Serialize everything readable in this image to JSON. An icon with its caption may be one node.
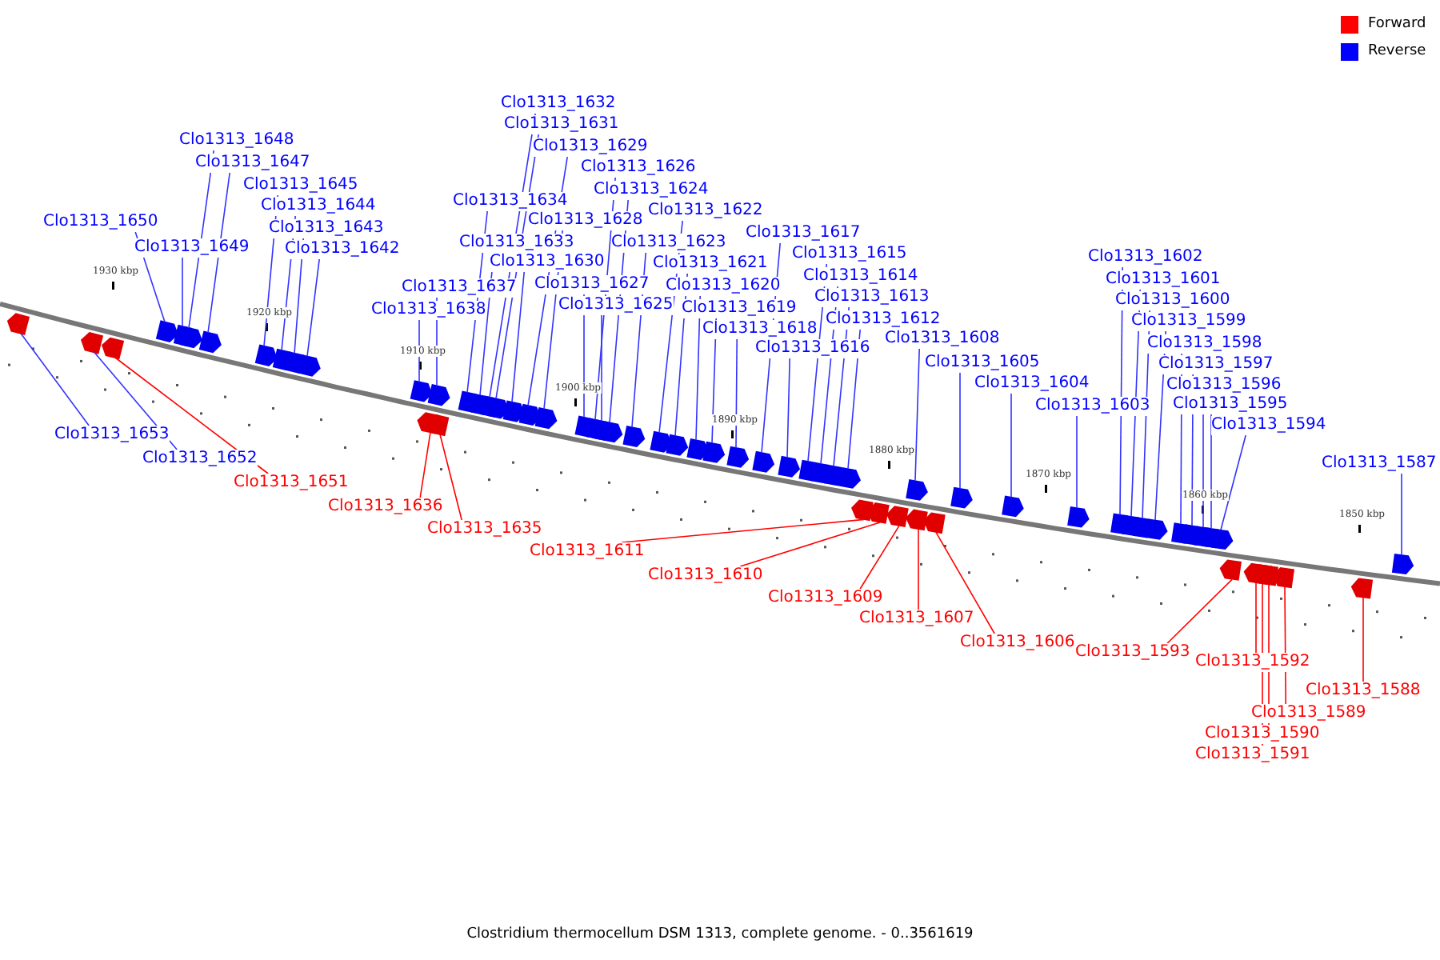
{
  "diagram": {
    "caption": "Clostridium thermocellum DSM 1313, complete genome. - 0..3561619",
    "nodes": [
      {
        "text": [
          "Clo1313_1650"
        ]
      },
      {
        "text": [
          "Clo1313_1649"
        ]
      },
      {
        "text": [
          "Clo1313_1648"
        ]
      },
      {
        "text": [
          "Clo1313_1647"
        ]
      },
      {
        "text": [
          "Clo1313_1645"
        ]
      },
      {
        "text": [
          "Clo1313_1644"
        ]
      },
      {
        "text": [
          "Clo1313_1643"
        ]
      },
      {
        "text": [
          "Clo1313_1642"
        ]
      },
      {
        "text": [
          "Clo1313_1638"
        ]
      },
      {
        "text": [
          "Clo1313_1637"
        ]
      },
      {
        "text": [
          "Clo1313_1634"
        ]
      },
      {
        "text": [
          "Clo1313_1633"
        ]
      },
      {
        "text": [
          "Clo1313_1632"
        ]
      },
      {
        "text": [
          "Clo1313_1631"
        ]
      },
      {
        "text": [
          "Clo1313_1630"
        ]
      },
      {
        "text": [
          "Clo1313_1629"
        ]
      },
      {
        "text": [
          "Clo1313_1628"
        ]
      },
      {
        "text": [
          "Clo1313_1627"
        ]
      },
      {
        "text": [
          "Clo1313_1626"
        ]
      },
      {
        "text": [
          "Clo1313_1625"
        ]
      },
      {
        "text": [
          "Clo1313_1624"
        ]
      },
      {
        "text": [
          "Clo1313_1623"
        ]
      },
      {
        "text": [
          "Clo1313_1622"
        ]
      },
      {
        "text": [
          "Clo1313_1621"
        ]
      },
      {
        "text": [
          "Clo1313_1620"
        ]
      },
      {
        "text": [
          "Clo1313_1619"
        ]
      },
      {
        "text": [
          "Clo1313_1618"
        ]
      },
      {
        "text": [
          "Clo1313_1617"
        ]
      },
      {
        "text": [
          "Clo1313_1616"
        ]
      },
      {
        "text": [
          "Clo1313_1615"
        ]
      },
      {
        "text": [
          "Clo1313_1614"
        ]
      },
      {
        "text": [
          "Clo1313_1613"
        ]
      },
      {
        "text": [
          "Clo1313_1612"
        ]
      },
      {
        "text": [
          "Clo1313_1608"
        ]
      },
      {
        "text": [
          "Clo1313_1605"
        ]
      },
      {
        "text": [
          "Clo1313_1604"
        ]
      },
      {
        "text": [
          "Clo1313_1603"
        ]
      },
      {
        "text": [
          "Clo1313_1602"
        ]
      },
      {
        "text": [
          "Clo1313_1601"
        ]
      },
      {
        "text": [
          "Clo1313_1600"
        ]
      },
      {
        "text": [
          "Clo1313_1599"
        ]
      },
      {
        "text": [
          "Clo1313_1598"
        ]
      },
      {
        "text": [
          "Clo1313_1597"
        ]
      },
      {
        "text": [
          "Clo1313_1596"
        ]
      },
      {
        "text": [
          "Clo1313_1595"
        ]
      },
      {
        "text": [
          "Clo1313_1594"
        ]
      },
      {
        "text": [
          "Clo1313_1587"
        ]
      },
      {
        "text": [
          "Clo1313_1653"
        ]
      },
      {
        "text": [
          "Clo1313_1652"
        ]
      },
      {
        "text": [
          "Clo1313_1651"
        ]
      },
      {
        "text": [
          "Clo1313_1636"
        ]
      },
      {
        "text": [
          "Clo1313_1635"
        ]
      },
      {
        "text": [
          "Clo1313_1611"
        ]
      },
      {
        "text": [
          "Clo1313_1610"
        ]
      },
      {
        "text": [
          "Clo1313_1609"
        ]
      },
      {
        "text": [
          "Clo1313_1607"
        ]
      },
      {
        "text": [
          "Clo1313_1606"
        ]
      },
      {
        "text": [
          "Clo1313_1593"
        ]
      },
      {
        "text": [
          "Clo1313_1592"
        ]
      },
      {
        "text": [
          "Clo1313_1591"
        ]
      },
      {
        "text": [
          "Clo1313_1590"
        ]
      },
      {
        "text": [
          "Clo1313_1589"
        ]
      },
      {
        "text": [
          "Clo1313_1588"
        ]
      },
      {
        "text": [],
        "shape": "arrow"
      },
      {
        "text": [],
        "shape": "arrow"
      },
      {
        "text": [],
        "shape": "arrow"
      },
      {
        "text": [],
        "shape": "arrow"
      },
      {
        "text": [],
        "shape": "arrow"
      },
      {
        "text": [],
        "shape": "arrow"
      },
      {
        "text": [],
        "shape": "arrow"
      },
      {
        "text": [],
        "shape": "arrow"
      },
      {
        "text": [],
        "shape": "arrow"
      },
      {
        "text": [],
        "shape": "arrow"
      },
      {
        "text": [],
        "shape": "arrow"
      },
      {
        "text": [],
        "shape": "arrow"
      },
      {
        "text": [],
        "shape": "arrow"
      },
      {
        "text": [],
        "shape": "arrow"
      },
      {
        "text": [],
        "shape": "arrow"
      },
      {
        "text": [],
        "shape": "arrow"
      },
      {
        "text": [],
        "shape": "arrow"
      },
      {
        "text": [],
        "shape": "arrow"
      },
      {
        "text": [],
        "shape": "arrow"
      },
      {
        "text": [],
        "shape": "arrow"
      },
      {
        "text": [],
        "shape": "arrow"
      },
      {
        "text": [],
        "shape": "arrow"
      },
      {
        "text": [],
        "shape": "arrow"
      },
      {
        "text": [],
        "shape": "arrow"
      },
      {
        "text": [],
        "shape": "arrow"
      },
      {
        "text": [],
        "shape": "arrow"
      },
      {
        "text": [],
        "shape": "arrow"
      },
      {
        "text": [],
        "shape": "arrow"
      },
      {
        "text": [],
        "shape": "arrow"
      },
      {
        "text": [],
        "shape": "arrow"
      },
      {
        "text": [],
        "shape": "arrow"
      },
      {
        "text": [],
        "shape": "arrow"
      },
      {
        "text": [],
        "shape": "arrow"
      },
      {
        "text": [],
        "shape": "arrow"
      },
      {
        "text": [],
        "shape": "arrow"
      },
      {
        "text": [],
        "shape": "arrow"
      },
      {
        "text": [],
        "shape": "arrow"
      },
      {
        "text": [],
        "shape": "arrow"
      },
      {
        "text": [],
        "shape": "arrow"
      },
      {
        "text": [],
        "shape": "arrow"
      },
      {
        "text": [],
        "shape": "arrow"
      },
      {
        "text": [],
        "shape": "arrow"
      },
      {
        "text": [],
        "shape": "arrow"
      },
      {
        "text": [],
        "shape": "arrow"
      },
      {
        "text": [],
        "shape": "arrow"
      },
      {
        "text": [],
        "shape": "arrow"
      },
      {
        "text": [],
        "shape": "arrow"
      },
      {
        "text": [],
        "shape": "arrow"
      },
      {
        "text": [],
        "shape": "arrow"
      },
      {
        "text": [],
        "shape": "arrow"
      },
      {
        "text": [],
        "shape": "arrow"
      },
      {
        "text": [],
        "shape": "arrow"
      },
      {
        "text": [],
        "shape": "arrow"
      },
      {
        "text": [],
        "shape": "arrow"
      },
      {
        "text": [],
        "shape": "arrow"
      },
      {
        "text": [],
        "shape": "arrow"
      },
      {
        "text": [],
        "shape": "arrow"
      },
      {
        "text": [],
        "shape": "arrow"
      },
      {
        "text": [],
        "shape": "arrow"
      },
      {
        "text": [],
        "shape": "arrow"
      },
      {
        "text": [],
        "shape": "arrow"
      },
      {
        "text": [],
        "shape": "arrow"
      },
      {
        "text": [],
        "shape": "arrow"
      }
    ],
    "edges": [
      {
        "from": 0,
        "to": 63,
        "arrow": "none"
      },
      {
        "from": 1,
        "to": 64,
        "arrow": "none"
      },
      {
        "from": 2,
        "to": 65,
        "arrow": "none"
      },
      {
        "from": 3,
        "to": 66,
        "arrow": "none"
      },
      {
        "from": 4,
        "to": 67,
        "arrow": "none"
      },
      {
        "from": 5,
        "to": 68,
        "arrow": "none"
      },
      {
        "from": 6,
        "to": 69,
        "arrow": "none"
      },
      {
        "from": 7,
        "to": 70,
        "arrow": "none"
      },
      {
        "from": 8,
        "to": 71,
        "arrow": "none"
      },
      {
        "from": 9,
        "to": 72,
        "arrow": "none"
      },
      {
        "from": 10,
        "to": 73,
        "arrow": "none"
      },
      {
        "from": 11,
        "to": 74,
        "arrow": "none"
      },
      {
        "from": 12,
        "to": 75,
        "arrow": "none"
      },
      {
        "from": 13,
        "to": 76,
        "arrow": "none"
      },
      {
        "from": 14,
        "to": 77,
        "arrow": "none"
      },
      {
        "from": 15,
        "to": 78,
        "arrow": "none"
      },
      {
        "from": 16,
        "to": 79,
        "arrow": "none"
      },
      {
        "from": 17,
        "to": 80,
        "arrow": "none"
      },
      {
        "from": 18,
        "to": 81,
        "arrow": "none"
      },
      {
        "from": 19,
        "to": 82,
        "arrow": "none"
      },
      {
        "from": 20,
        "to": 83,
        "arrow": "none"
      },
      {
        "from": 21,
        "to": 84,
        "arrow": "none"
      },
      {
        "from": 22,
        "to": 85,
        "arrow": "none"
      },
      {
        "from": 23,
        "to": 86,
        "arrow": "none"
      },
      {
        "from": 24,
        "to": 87,
        "arrow": "none"
      },
      {
        "from": 25,
        "to": 88,
        "arrow": "none"
      },
      {
        "from": 26,
        "to": 89,
        "arrow": "none"
      },
      {
        "from": 27,
        "to": 90,
        "arrow": "none"
      },
      {
        "from": 28,
        "to": 91,
        "arrow": "none"
      },
      {
        "from": 29,
        "to": 92,
        "arrow": "none"
      },
      {
        "from": 30,
        "to": 93,
        "arrow": "none"
      },
      {
        "from": 31,
        "to": 94,
        "arrow": "none"
      },
      {
        "from": 32,
        "to": 95,
        "arrow": "none"
      },
      {
        "from": 33,
        "to": 96,
        "arrow": "none"
      },
      {
        "from": 34,
        "to": 97,
        "arrow": "none"
      },
      {
        "from": 35,
        "to": 98,
        "arrow": "none"
      },
      {
        "from": 36,
        "to": 99,
        "arrow": "none"
      },
      {
        "from": 37,
        "to": 100,
        "arrow": "none"
      },
      {
        "from": 38,
        "to": 101,
        "arrow": "none"
      },
      {
        "from": 39,
        "to": 102,
        "arrow": "none"
      },
      {
        "from": 40,
        "to": 103,
        "arrow": "none"
      },
      {
        "from": 41,
        "to": 104,
        "arrow": "none"
      },
      {
        "from": 42,
        "to": 105,
        "arrow": "none"
      },
      {
        "from": 43,
        "to": 106,
        "arrow": "none"
      },
      {
        "from": 44,
        "to": 107,
        "arrow": "none"
      },
      {
        "from": 45,
        "to": 108,
        "arrow": "none"
      },
      {
        "from": 46,
        "to": 109,
        "arrow": "none"
      },
      {
        "from": 47,
        "to": 110,
        "arrow": "none"
      },
      {
        "from": 48,
        "to": 111,
        "arrow": "none"
      },
      {
        "from": 49,
        "to": 112,
        "arrow": "none",
        "color": "#ff0000"
      },
      {
        "from": 50,
        "to": 113,
        "arrow": "none",
        "color": "#ff0000"
      },
      {
        "from": 51,
        "to": 114,
        "arrow": "none",
        "color": "#ff0000"
      },
      {
        "from": 52,
        "to": 115,
        "arrow": "none",
        "color": "#ff0000"
      },
      {
        "from": 53,
        "to": 116,
        "arrow": "none",
        "color": "#ff0000"
      },
      {
        "from": 54,
        "to": 117,
        "arrow": "none",
        "color": "#ff0000"
      },
      {
        "from": 55,
        "to": 118,
        "arrow": "none",
        "color": "#ff0000"
      },
      {
        "from": 56,
        "to": 119,
        "arrow": "none",
        "color": "#ff0000"
      },
      {
        "from": 57,
        "to": 120,
        "arrow": "none",
        "color": "#ff0000"
      },
      {
        "from": 58,
        "to": 121,
        "arrow": "none",
        "color": "#ff0000"
      },
      {
        "from": 59,
        "to": 122,
        "arrow": "none",
        "color": "#ff0000"
      },
      {
        "from": 60,
        "to": 123,
        "arrow": "none",
        "color": "#ff0000"
      },
      {
        "from": 61,
        "to": 124,
        "arrow": "none",
        "color": "#ff0000"
      },
      {
        "from": 62,
        "to": 125,
        "arrow": "none",
        "color": "#ff0000"
      }
    ],
    "labels": [
      "1930 kbp",
      "1920 kbp",
      "1910 kbp",
      "1900 kbp",
      "1890 kbp",
      "1880 kbp",
      "1870 kbp",
      "1860 kbp",
      "1850 kbp"
    ],
    "legend": [
      {
        "text": "Forward",
        "color": "#ff0000"
      },
      {
        "text": "Reverse",
        "color": "#0000ff"
      }
    ]
  }
}
